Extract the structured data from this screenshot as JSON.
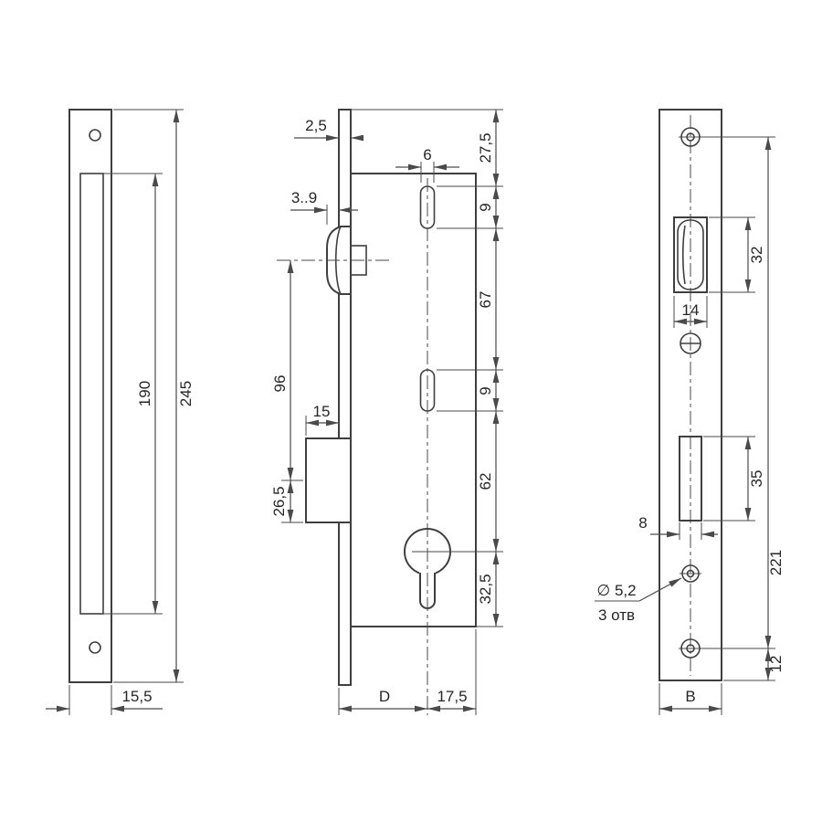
{
  "drawing": {
    "type": "technical-drawing",
    "subject": "mortise lock: cover plate, lock case side view, faceplate front view",
    "views": {
      "left": {
        "dims": {
          "inner_height": "190",
          "outer_height": "245",
          "plate_width": "15,5"
        }
      },
      "middle": {
        "dims": {
          "faceplate_thickness": "2,5",
          "latch_protrusion": "3..9",
          "slot_width": "6",
          "top_to_slot": "27,5",
          "slot1_height": "9",
          "slots_gap": "67",
          "slot2_height": "9",
          "slot_to_cylinder": "62",
          "cylinder_to_bottom": "32,5",
          "latch_to_bolt": "96",
          "bolt_throw": "15",
          "bolt_half": "26,5",
          "backset": "D",
          "case_depth": "17,5"
        }
      },
      "right": {
        "dims": {
          "latch_cutout_height": "32",
          "latch_cutout_width": "14",
          "bolt_cutout_height": "35",
          "bolt_cutout_width": "8",
          "screw_holes_span": "221",
          "bottom_hole_offset": "12",
          "faceplate_width": "B",
          "hole_diameter": "∅ 5,2",
          "hole_count": "3 отв"
        }
      }
    }
  }
}
